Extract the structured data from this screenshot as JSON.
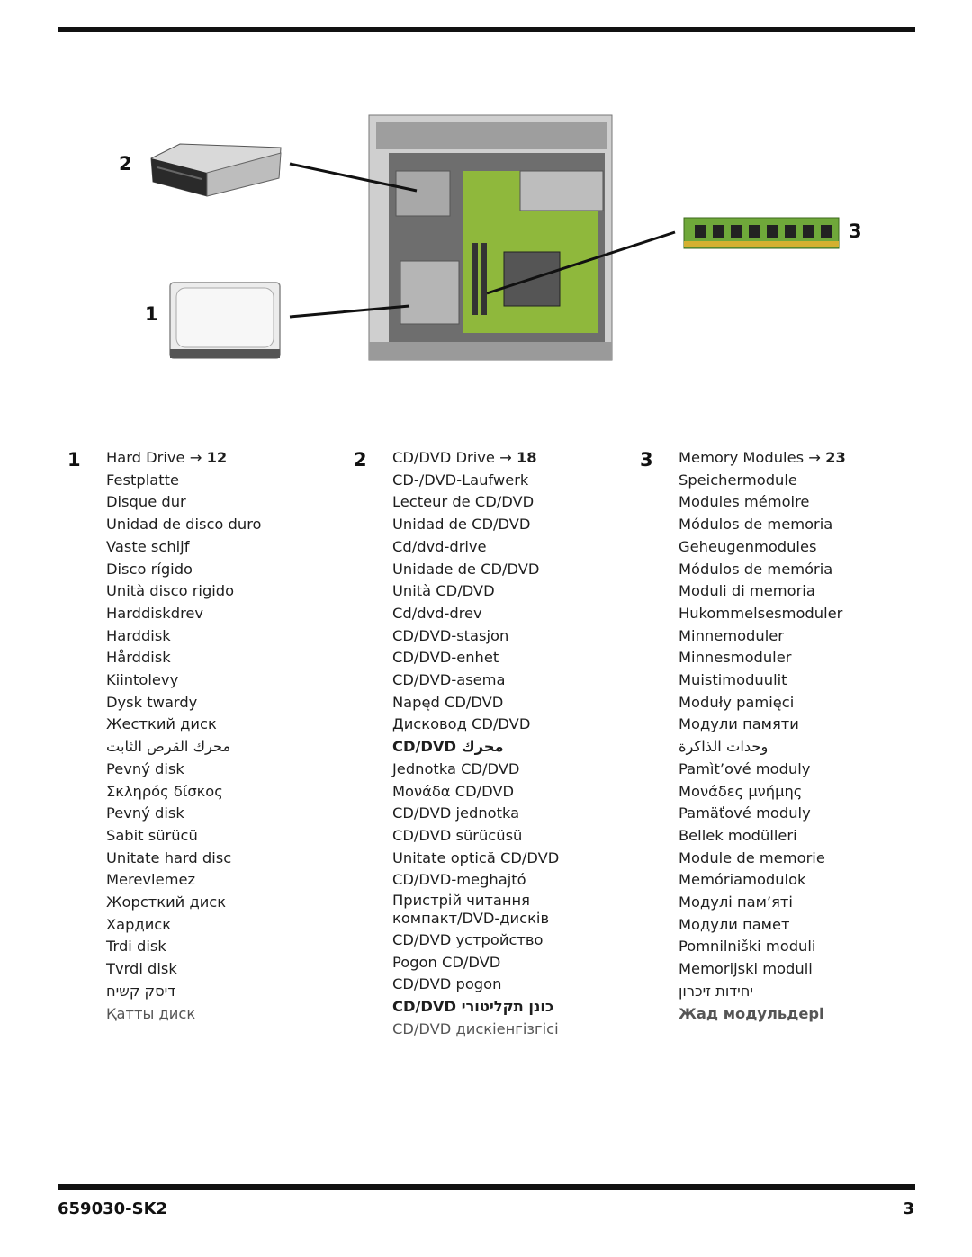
{
  "callouts": [
    "2",
    "1",
    "3"
  ],
  "columns": [
    {
      "number": "1",
      "title": "Hard Drive",
      "arrow": "→",
      "page": "12",
      "items": [
        "Festplatte",
        "Disque dur",
        "Unidad de disco duro",
        "Vaste schijf",
        "Disco rígido",
        "Unità disco rigido",
        "Harddiskdrev",
        "Harddisk",
        "Hårddisk",
        "Kiintolevy",
        "Dysk twardy",
        "Жесткий диск",
        "محرك القرص الثابت",
        "Pevný disk",
        "Σκληρός δίσκος",
        "Pevný disk",
        "Sabit sürücü",
        "Unitate hard disc",
        "Merevlemez",
        "Жорсткий диск",
        "Хардиск",
        "Trdi disk",
        "Tvrdi disk",
        "דיסק קשיח",
        "Қатты диск"
      ]
    },
    {
      "number": "2",
      "title": "CD/DVD Drive",
      "arrow": "→",
      "page": "18",
      "items": [
        "CD-/DVD-Laufwerk",
        "Lecteur de CD/DVD",
        "Unidad de CD/DVD",
        "Cd/dvd-drive",
        "Unidade de CD/DVD",
        "Unità CD/DVD",
        "Cd/dvd-drev",
        "CD/DVD-stasjon",
        "CD/DVD-enhet",
        "CD/DVD-asema",
        "Napęd CD/DVD",
        "Дисковод CD/DVD",
        "محرك CD/DVD",
        "Jednotka CD/DVD",
        "Μονάδα CD/DVD",
        "CD/DVD jednotka",
        "CD/DVD sürücüsü",
        "Unitate optică CD/DVD",
        "CD/DVD-meghajtó",
        "Пристрій читання компакт/DVD-дисків",
        "CD/DVD устройство",
        "Pogon CD/DVD",
        "CD/DVD pogon",
        "כונן תקליטורי CD/DVD",
        "CD/DVD дискіенгізгісі"
      ]
    },
    {
      "number": "3",
      "title": "Memory Modules",
      "arrow": "→",
      "page": "23",
      "items": [
        "Speichermodule",
        "Modules mémoire",
        "Módulos de memoria",
        "Geheugenmodules",
        "Módulos de memória",
        "Moduli di memoria",
        "Hukommelsesmoduler",
        "Minnemoduler",
        "Minnesmoduler",
        "Muistimoduulit",
        "Moduły pamięci",
        "Модули памяти",
        "وحدات الذاكرة",
        "Pamìt’ové moduly",
        "Μονάδες μνήμης",
        "Pamäťové moduly",
        "Bellek modülleri",
        "Module de memorie",
        "Memóriamodulok",
        "Модулі пам’яті",
        "Модули памет",
        "Pomnilniški moduli",
        "Memorijski moduli",
        "יחידות זיכרון",
        "Жад модульдері"
      ]
    }
  ],
  "footer": {
    "doc_id": "659030-SK2",
    "page_number": "3"
  }
}
